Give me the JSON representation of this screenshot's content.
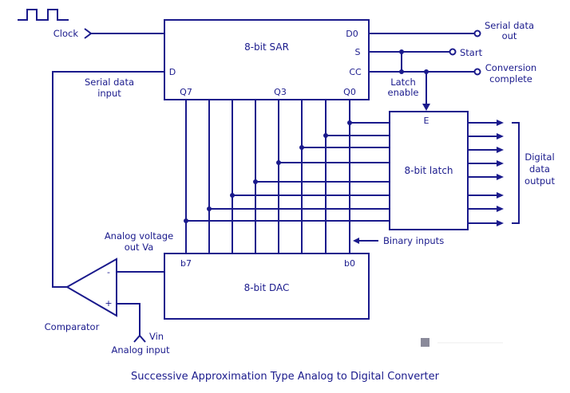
{
  "caption": "Successive Approximation Type Analog to Digital Converter",
  "sar": {
    "title": "8-bit SAR",
    "pin_d0": "D0",
    "pin_s": "S",
    "pin_cc": "CC",
    "pin_d": "D",
    "pin_q7": "Q7",
    "pin_q3": "Q3",
    "pin_q0": "Q0"
  },
  "latch": {
    "title": "8-bit latch",
    "pin_e": "E"
  },
  "dac": {
    "title": "8-bit DAC",
    "pin_b7": "b7",
    "pin_b0": "b0"
  },
  "labels": {
    "clock": "Clock",
    "serial_out_1": "Serial data",
    "serial_out_2": "out",
    "start": "Start",
    "conv_1": "Conversion",
    "conv_2": "complete",
    "latch_en_1": "Latch",
    "latch_en_2": "enable",
    "serial_in_1": "Serial data",
    "serial_in_2": "input",
    "digital_1": "Digital",
    "digital_2": "data",
    "digital_3": "output",
    "binary_inputs": "Binary inputs",
    "analog_v_1": "Analog voltage",
    "analog_v_2": "out Va",
    "comparator": "Comparator",
    "vin": "Vin",
    "analog_input": "Analog input",
    "minus": "-",
    "plus": "+"
  },
  "colors": {
    "ink": "#1a1a8c",
    "watermark": "#8a8a9a"
  }
}
